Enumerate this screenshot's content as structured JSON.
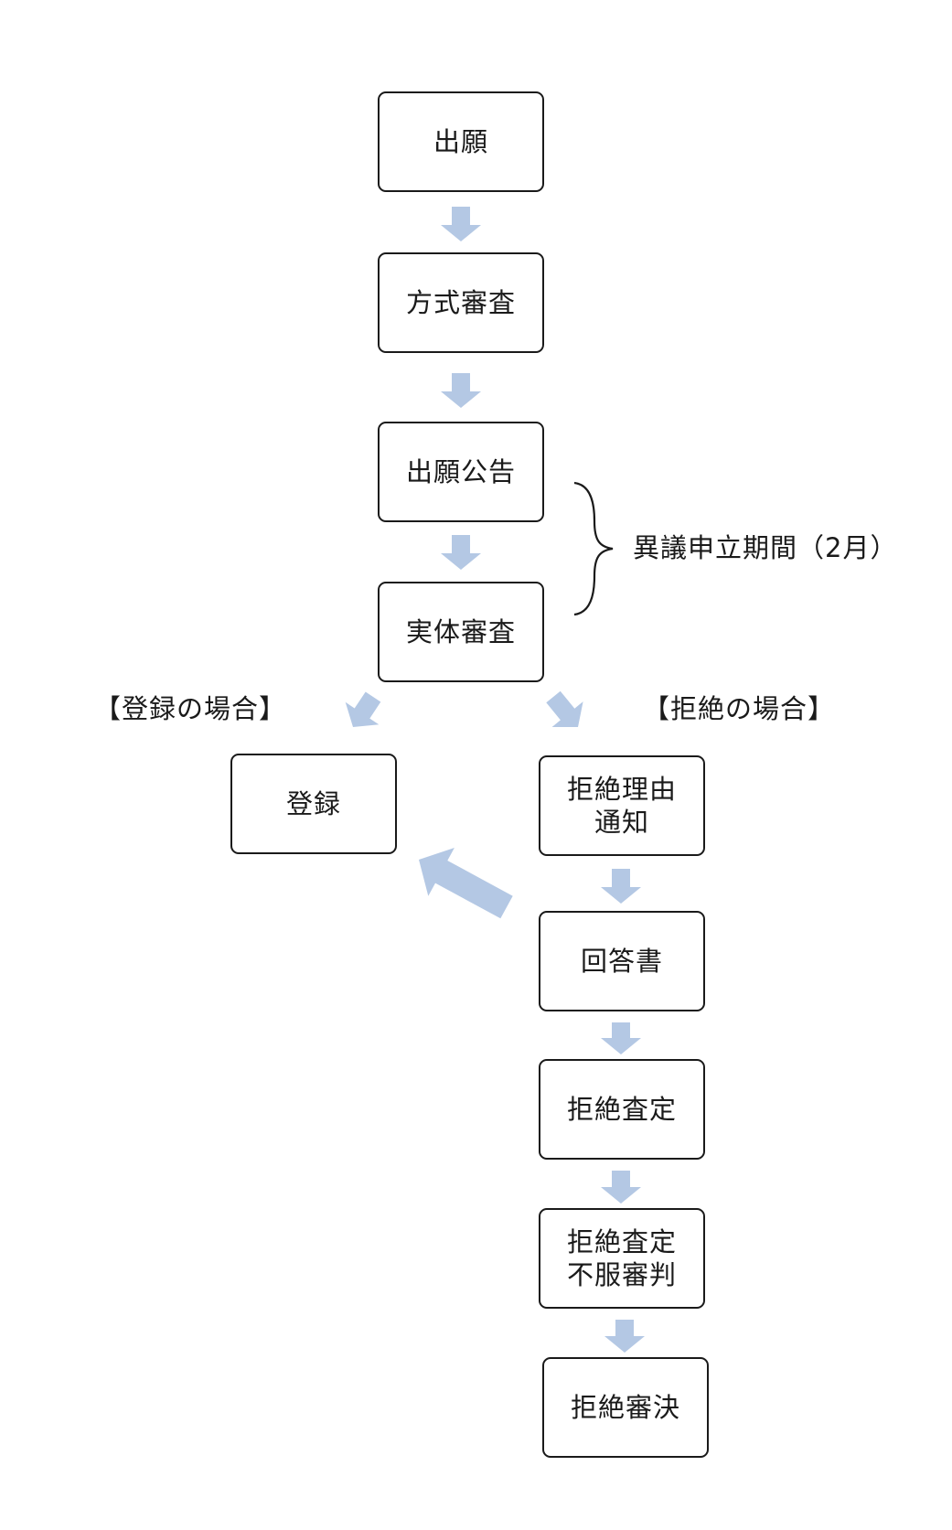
{
  "diagram": {
    "arrow_color": "#b4c8e4",
    "nodes": {
      "application": "出願",
      "formality_exam": "方式審査",
      "publication": "出願公告",
      "substantive_exam": "実体審査",
      "registration": "登録",
      "rejection_notice": "拒絶理由\n通知",
      "response": "回答書",
      "rejection_decision": "拒絶査定",
      "appeal": "拒絶査定\n不服審判",
      "appeal_decision": "拒絶審決"
    },
    "labels": {
      "opposition_period": "異議申立期間（2月）",
      "registration_case": "【登録の場合】",
      "rejection_case": "【拒絶の場合】"
    }
  }
}
